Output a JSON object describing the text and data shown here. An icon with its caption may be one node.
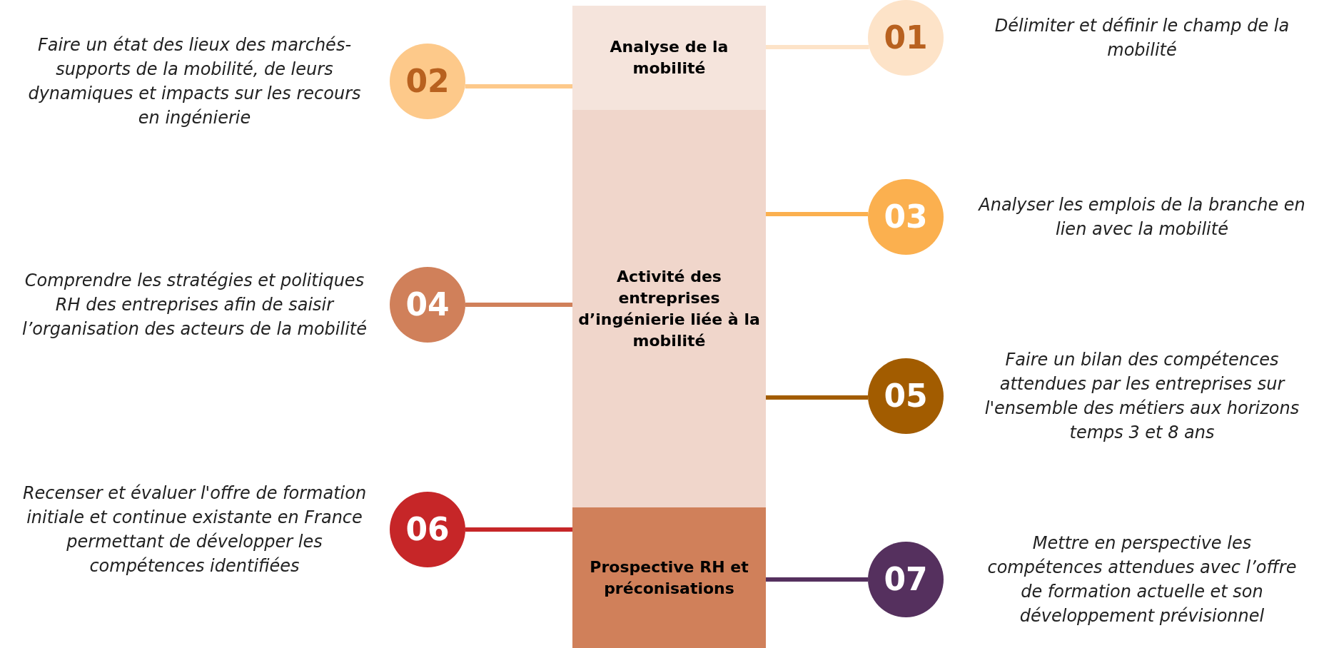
{
  "diagram": {
    "nodes": [
      {
        "text": [
          "Analyse de la mobilité"
        ]
      },
      {
        "text": [
          "Activité des entreprises d’ingénierie liée à la mobilité"
        ]
      },
      {
        "text": [
          "Prospective RH et préconisations"
        ]
      },
      {
        "text": [
          "01"
        ],
        "beside": [
          "Délimiter et définir le champ de la mobilité"
        ]
      },
      {
        "text": [
          "02"
        ],
        "beside": [
          "Faire un état des lieux des marchés-supports de la mobilité, de leurs dynamiques et impacts sur les recours en ingénierie"
        ]
      },
      {
        "text": [
          "03"
        ],
        "beside": [
          "Analyser les emplois de la branche en lien avec la mobilité"
        ]
      },
      {
        "text": [
          "04"
        ],
        "beside": [
          "Comprendre les stratégies et politiques RH des entreprises afin de saisir l’organisation des acteurs de la mobilité"
        ]
      },
      {
        "text": [
          "05"
        ],
        "beside": [
          "Faire un bilan des compétences attendues par les entreprises sur l'ensemble des métiers aux horizons temps 3 et 8 ans"
        ]
      },
      {
        "text": [
          "06"
        ],
        "beside": [
          "Recenser et évaluer l'offre de formation initiale et continue existante en France permettant de développer les compétences identifiées"
        ]
      },
      {
        "text": [
          "07"
        ],
        "beside": [
          "Mettre en perspective les compétences attendues avec l’offre de formation actuelle et son développement prévisionnel"
        ]
      }
    ],
    "edges": [
      {
        "from": 0,
        "to": 3,
        "arrow": "none",
        "color": "#fde3c8"
      },
      {
        "from": 0,
        "to": 4,
        "arrow": "none",
        "color": "#fdc98a"
      },
      {
        "from": 1,
        "to": 5,
        "arrow": "none",
        "color": "#fbb04f"
      },
      {
        "from": 1,
        "to": 6,
        "arrow": "none",
        "color": "#d0805a"
      },
      {
        "from": 1,
        "to": 7,
        "arrow": "none",
        "color": "#a25c00"
      },
      {
        "from": 2,
        "to": 8,
        "arrow": "none",
        "color": "#c62628"
      },
      {
        "from": 2,
        "to": 9,
        "arrow": "none",
        "color": "#55305e"
      }
    ]
  }
}
